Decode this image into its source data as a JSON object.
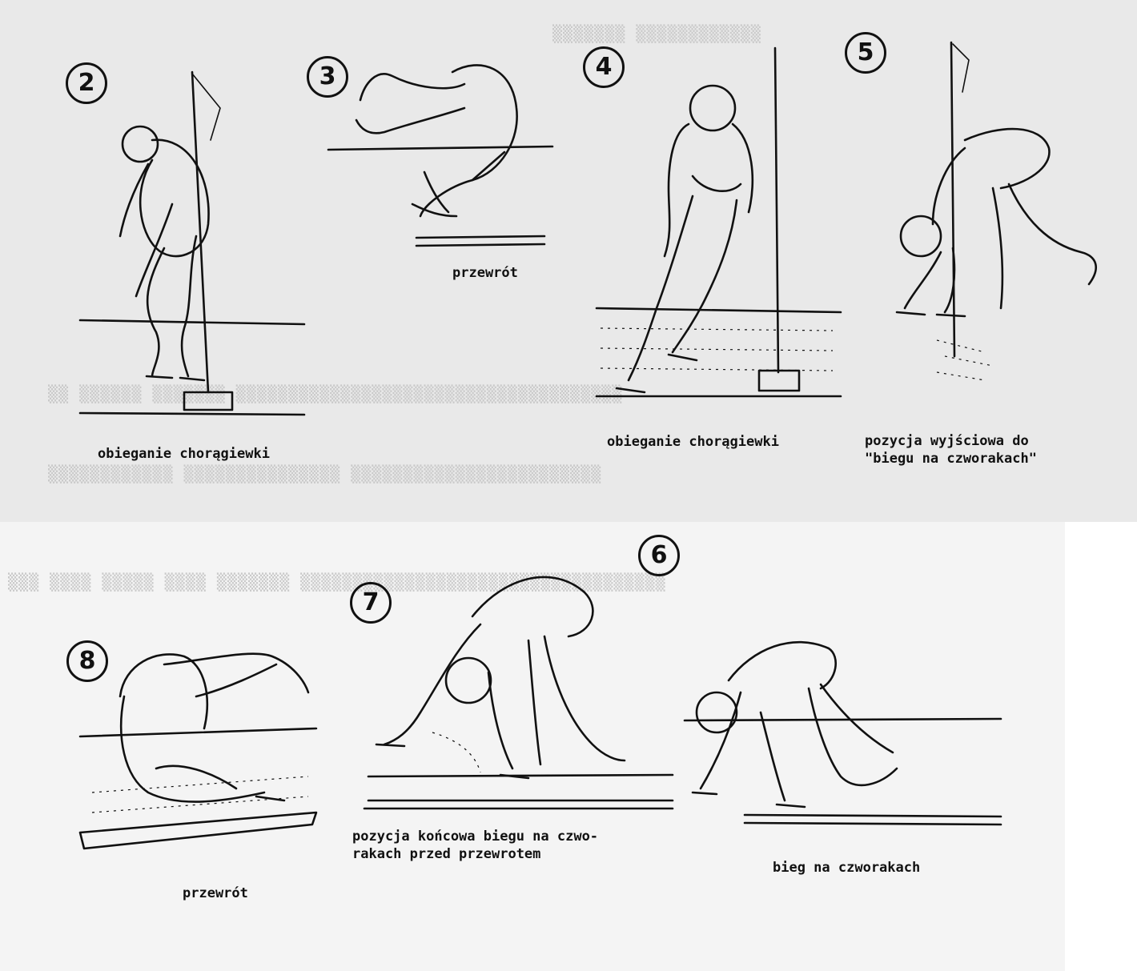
{
  "figures": [
    {
      "number": "2",
      "caption": "obieganie chorągiewki"
    },
    {
      "number": "3",
      "caption": "przewrót"
    },
    {
      "number": "4",
      "caption": "obieganie chorągiewki"
    },
    {
      "number": "5",
      "caption_line1": "pozycja wyjściowa do",
      "caption_line2": "\"biegu na czworakach\""
    },
    {
      "number": "6",
      "caption": "bieg na czworakach"
    },
    {
      "number": "7",
      "caption_line1": "pozycja końcowa biegu na czwo-",
      "caption_line2": "rakach przed przewrotem"
    },
    {
      "number": "8",
      "caption": "przewrót"
    }
  ],
  "colors": {
    "ink": "#111111",
    "scan_gray": "#e9e9e9",
    "paper": "#ffffff"
  }
}
